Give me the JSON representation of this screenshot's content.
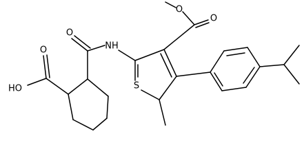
{
  "atom_labels": {
    "o_methoxy": "O",
    "o_ester_carbonyl": "O",
    "o_amide": "O",
    "nh": "NH",
    "o_acid_carbonyl": "O",
    "ho": "HO",
    "s": "S"
  },
  "colors": {
    "bond": "#000000",
    "label": "#000000",
    "background": "#ffffff"
  }
}
